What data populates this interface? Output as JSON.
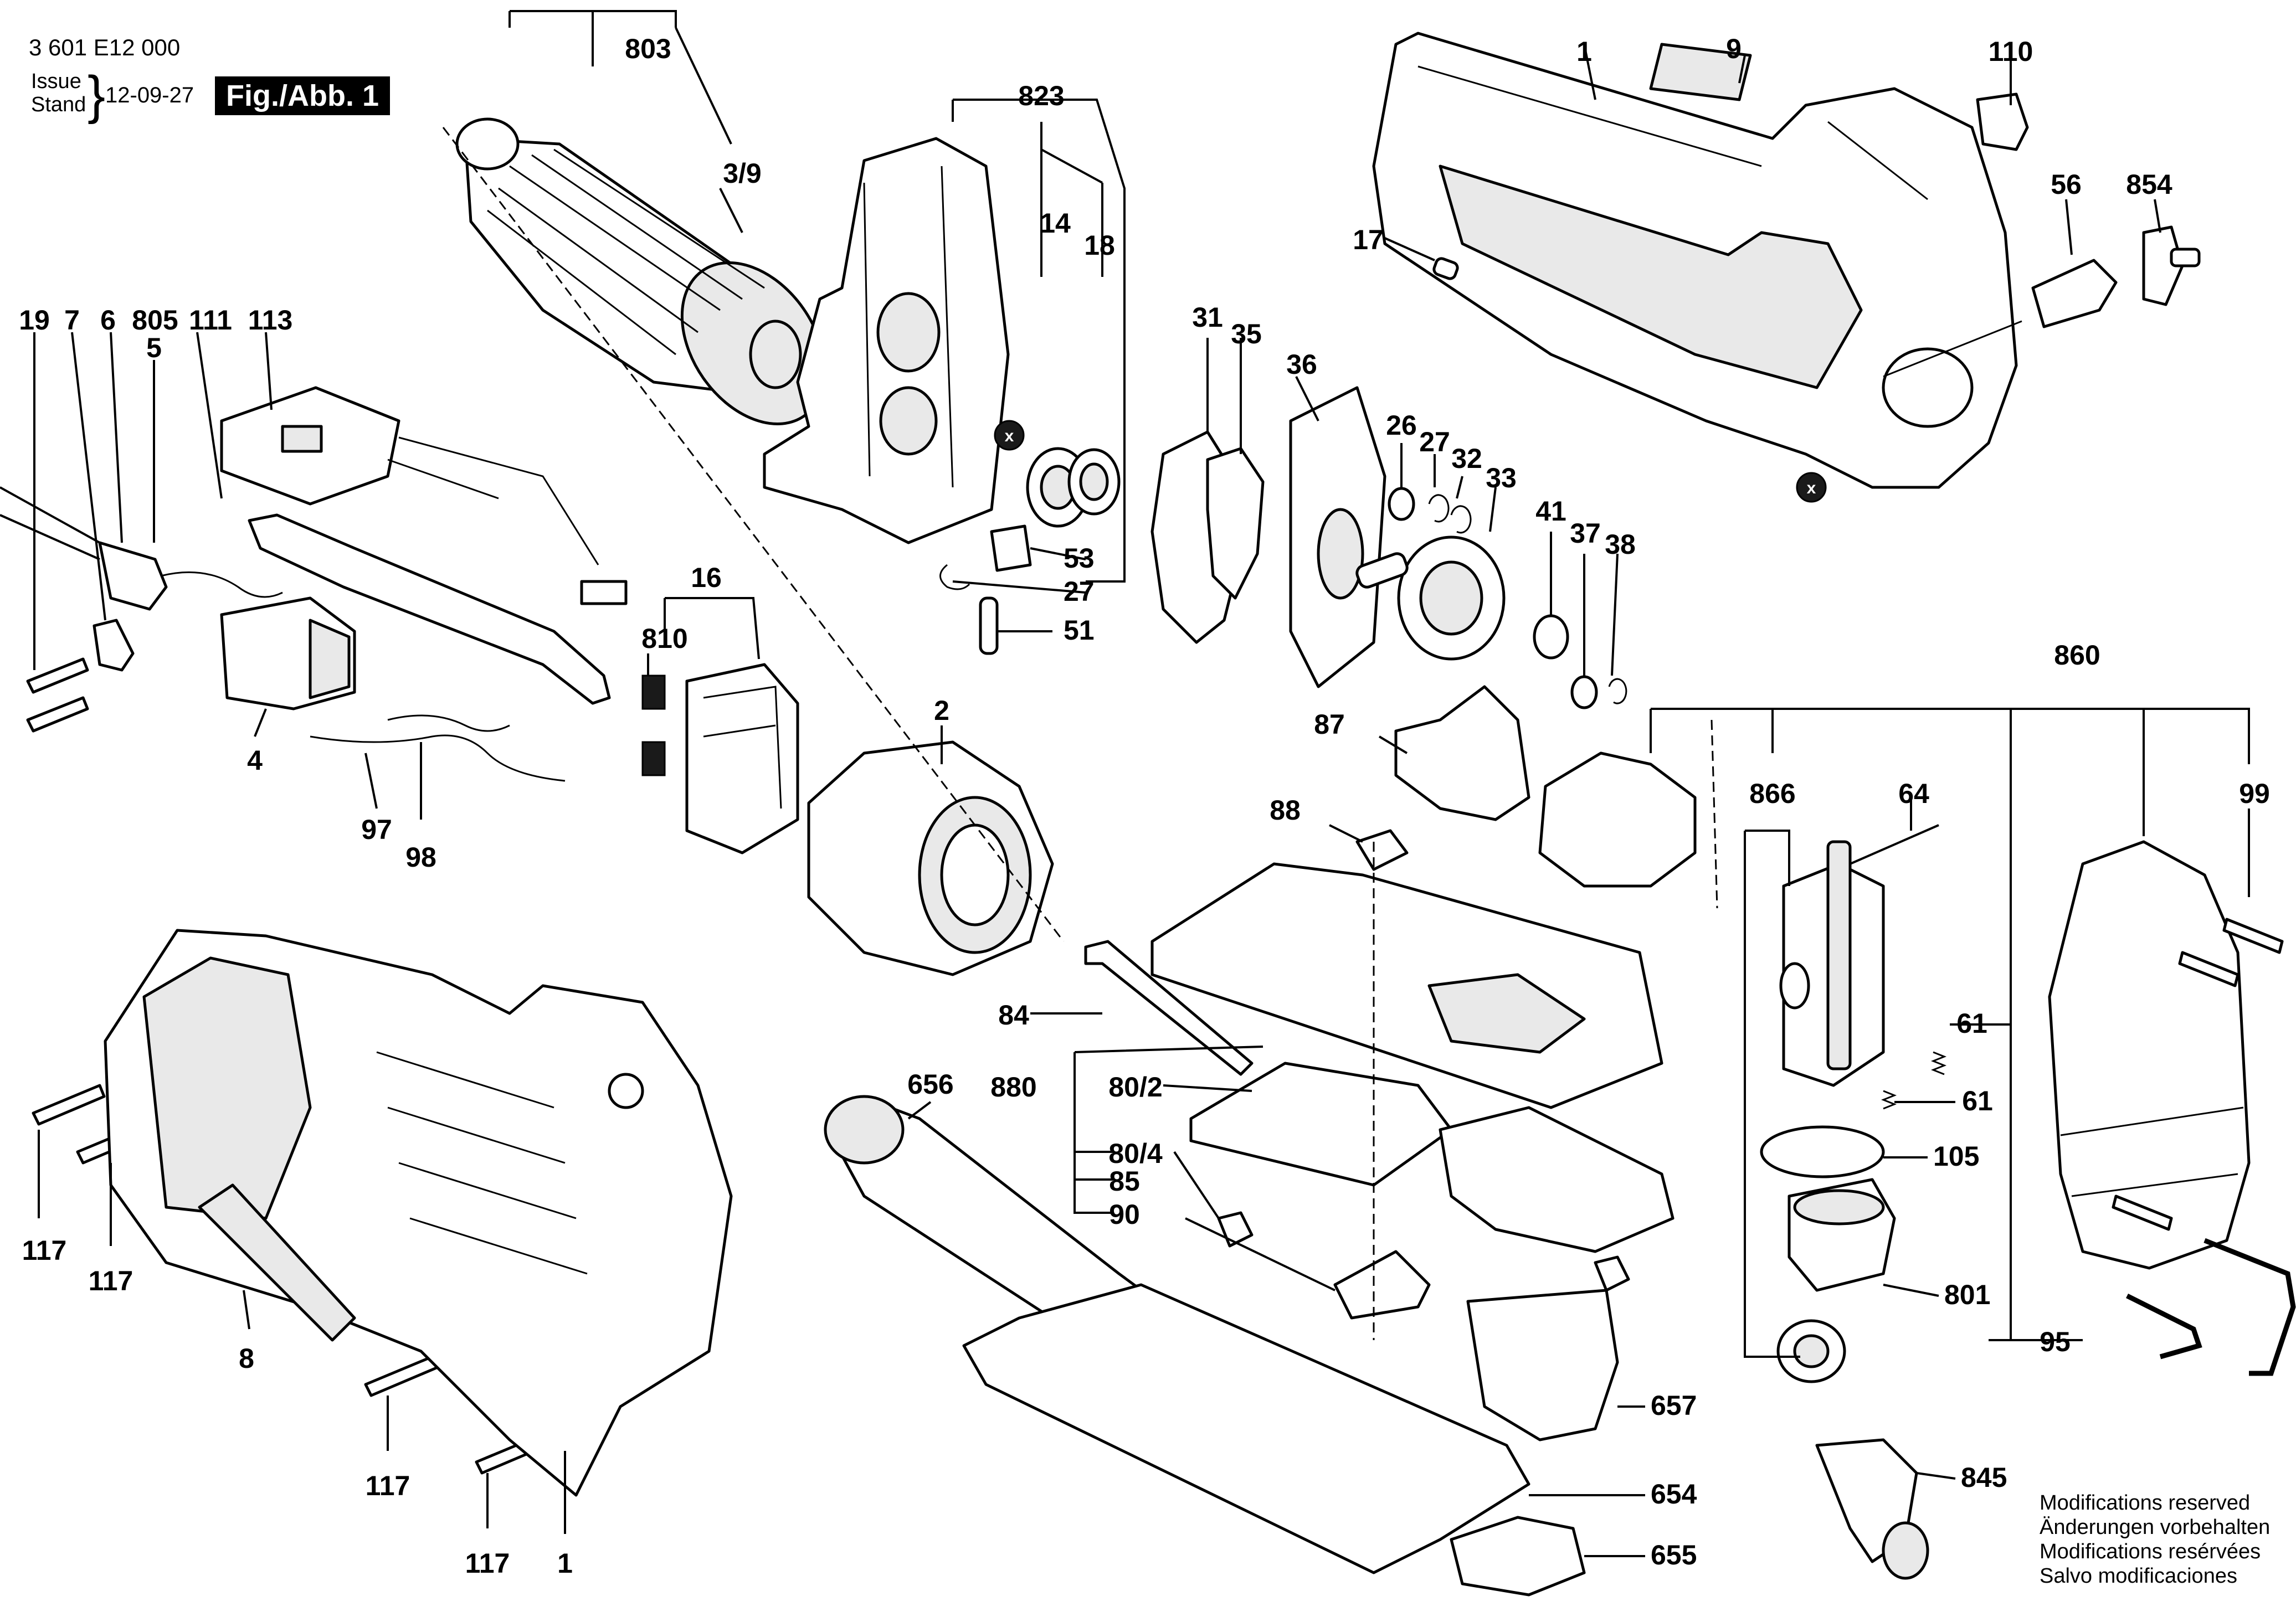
{
  "header": {
    "doc_number": "3 601 E12 000",
    "issue_label": "Issue",
    "stand_label": "Stand",
    "brace": "}",
    "date": "12-09-27",
    "figure": "Fig./Abb. 1"
  },
  "notice": [
    "Modifications reserved",
    "Änderungen vorbehalten",
    "Modifications resérvées",
    "Salvo modificaciones"
  ],
  "markers": {
    "x": "x"
  },
  "labels": {
    "l803": "803",
    "l3_9": "3/9",
    "l823": "823",
    "l14": "14",
    "l18": "18",
    "l53": "53",
    "l27a": "27",
    "l51": "51",
    "l1_top": "1",
    "l9": "9",
    "l110": "110",
    "l56": "56",
    "l854": "854",
    "l17": "17",
    "l19": "19",
    "l7": "7",
    "l6": "6",
    "l805": "805",
    "l5": "5",
    "l111": "111",
    "l113": "113",
    "l4": "4",
    "l97": "97",
    "l98": "98",
    "l16": "16",
    "l810": "810",
    "l2": "2",
    "l31": "31",
    "l35": "35",
    "l36": "36",
    "l26": "26",
    "l27b": "27",
    "l32": "32",
    "l33": "33",
    "l41": "41",
    "l37": "37",
    "l38": "38",
    "l87": "87",
    "l860": "860",
    "l866": "866",
    "l64": "64",
    "l99": "99",
    "l88": "88",
    "l84": "84",
    "l880": "880",
    "l80_2": "80/2",
    "l80_4": "80/4",
    "l85": "85",
    "l90": "90",
    "l656": "656",
    "l657": "657",
    "l654": "654",
    "l655": "655",
    "l61a": "61",
    "l61b": "61",
    "l105": "105",
    "l801": "801",
    "l95": "95",
    "l845": "845",
    "l117a": "117",
    "l117b": "117",
    "l117c": "117",
    "l117d": "117",
    "l8": "8",
    "l1_bottom": "1"
  }
}
